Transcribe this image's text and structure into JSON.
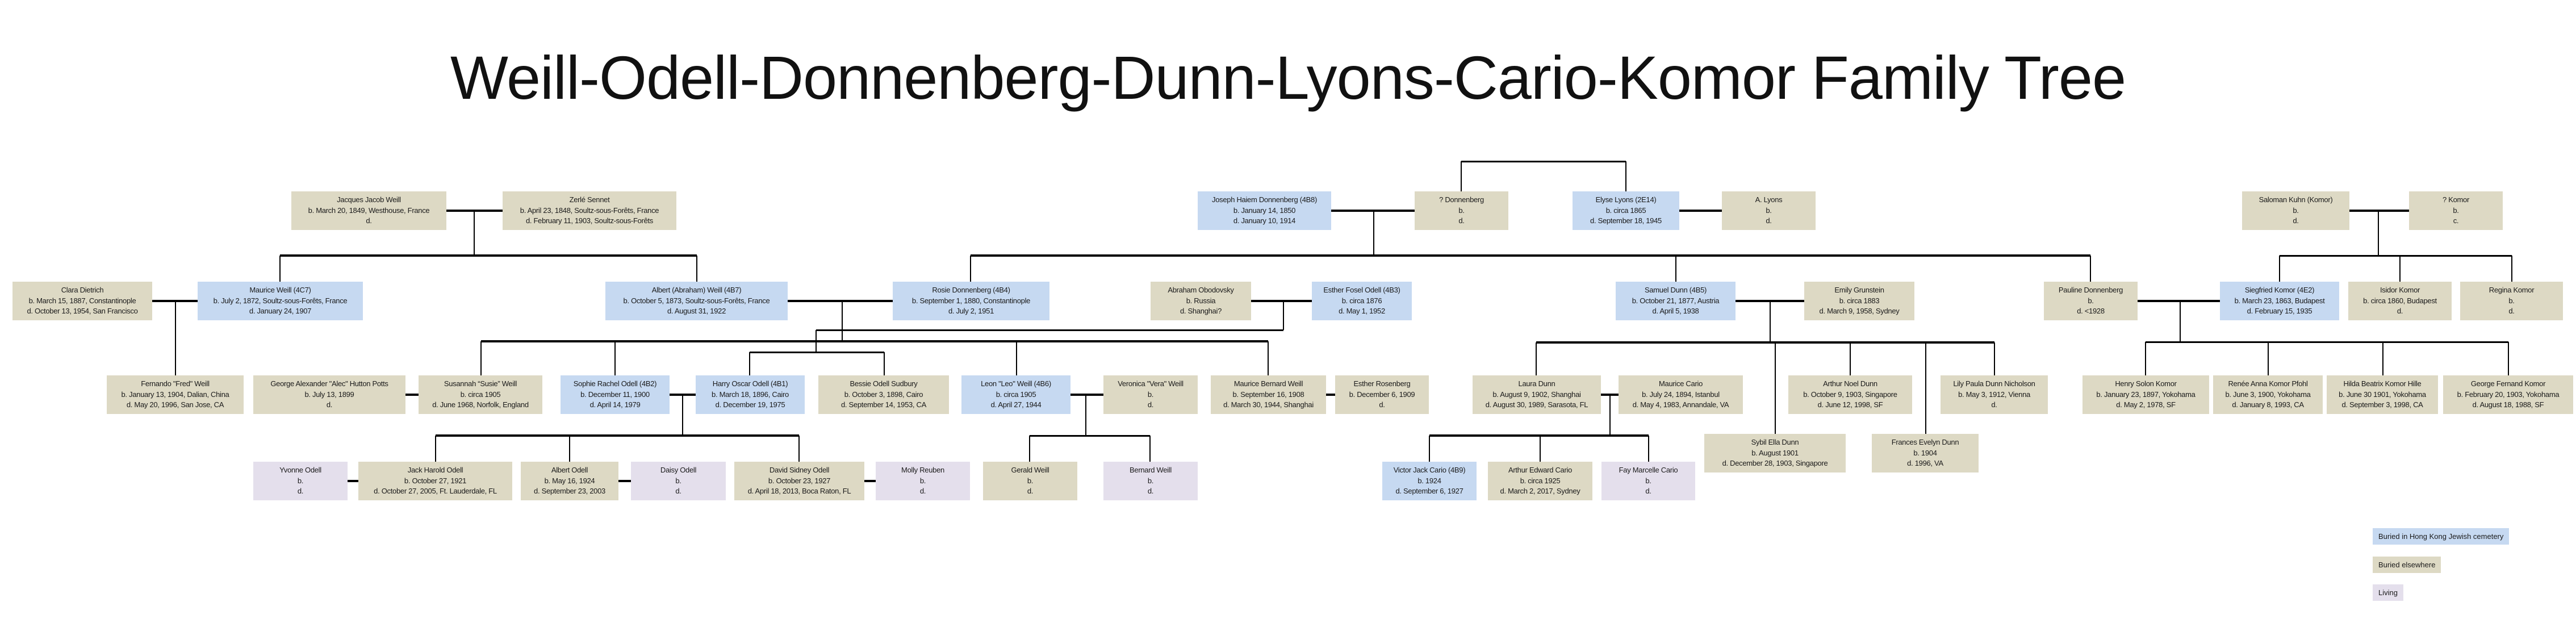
{
  "title": "Weill-Odell-Donnenberg-Dunn-Lyons-Cario-Komor Family Tree",
  "colors": {
    "hk": "#c6d9f1",
    "else": "#ddd9c4",
    "living": "#e4dfec",
    "line": "#000000"
  },
  "legend": [
    {
      "label": "Buried in Hong Kong Jewish cemetery",
      "status": "hk"
    },
    {
      "label": "Buried elsewhere",
      "status": "else"
    },
    {
      "label": "Living",
      "status": "living"
    }
  ],
  "people": [
    {
      "key": "jacques",
      "name": "Jacques Jacob Weill",
      "born": "b. March 20, 1849, Westhouse, France",
      "died": "d.",
      "status": "else"
    },
    {
      "key": "zerle",
      "name": "Zerlé Sennet",
      "born": "b. April 23, 1848, Soultz-sous-Forêts, France",
      "died": "d. February 11, 1903, Soultz-sous-Forêts",
      "status": "else"
    },
    {
      "key": "joseph",
      "name": "Joseph Haiem Donnenberg (4B8)",
      "born": "b. January 14, 1850",
      "died": "d. January 10, 1914",
      "status": "hk"
    },
    {
      "key": "qdonnenberg",
      "name": "? Donnenberg",
      "born": "b.",
      "died": "d.",
      "status": "else"
    },
    {
      "key": "elyse",
      "name": "Elyse Lyons (2E14)",
      "born": "b. circa 1865",
      "died": "d. September 18, 1945",
      "status": "hk"
    },
    {
      "key": "alyons",
      "name": "A. Lyons",
      "born": "b.",
      "died": "d.",
      "status": "else"
    },
    {
      "key": "saloman",
      "name": "Saloman Kuhn (Komor)",
      "born": "b.",
      "died": "d.",
      "status": "else"
    },
    {
      "key": "qkomor",
      "name": "? Komor",
      "born": "b.",
      "died": "c.",
      "status": "else"
    },
    {
      "key": "clara",
      "name": "Clara Dietrich",
      "born": "b. March 15, 1887, Constantinople",
      "died": "d. October 13, 1954, San Francisco",
      "status": "else"
    },
    {
      "key": "maurice_weill",
      "name": "Maurice Weill (4C7)",
      "born": "b. July 2, 1872, Soultz-sous-Forêts, France",
      "died": "d. January 24, 1907",
      "status": "hk"
    },
    {
      "key": "albert",
      "name": "Albert (Abraham) Weill (4B7)",
      "born": "b. October 5, 1873, Soultz-sous-Forêts, France",
      "died": "d. August 31, 1922",
      "status": "hk"
    },
    {
      "key": "rosie",
      "name": "Rosie Donnenberg (4B4)",
      "born": "b. September 1, 1880, Constantinople",
      "died": "d. July 2, 1951",
      "status": "hk"
    },
    {
      "key": "abraham",
      "name": "Abraham Obodovsky",
      "born": "b. Russia",
      "died": "d. Shanghai?",
      "status": "else"
    },
    {
      "key": "esther_fosel",
      "name": "Esther Fosel Odell (4B3)",
      "born": "b. circa 1876",
      "died": "d. May 1, 1952",
      "status": "hk"
    },
    {
      "key": "samuel",
      "name": "Samuel Dunn  (4B5)",
      "born": "b. October 21, 1877, Austria",
      "died": "d. April 5, 1938",
      "status": "hk"
    },
    {
      "key": "emily",
      "name": "Emily Grunstein",
      "born": "b. circa 1883",
      "died": "d. March 9, 1958, Sydney",
      "status": "else"
    },
    {
      "key": "pauline",
      "name": "Pauline Donnenberg",
      "born": "b.",
      "died": "d. <1928",
      "status": "else"
    },
    {
      "key": "siegfried",
      "name": "Siegfried Komor  (4E2)",
      "born": "b. March 23, 1863,  Budapest",
      "died": "d. February 15, 1935",
      "status": "hk"
    },
    {
      "key": "isidor",
      "name": "Isidor Komor",
      "born": "b.  circa 1860, Budapest",
      "died": "d.",
      "status": "else"
    },
    {
      "key": "regina",
      "name": "Regina Komor",
      "born": "b.",
      "died": "d.",
      "status": "else"
    },
    {
      "key": "fernando",
      "name": "Fernando \"Fred\" Weill",
      "born": "b. January 13, 1904, Dalian, China",
      "died": "d. May 20, 1996, San Jose, CA",
      "status": "else"
    },
    {
      "key": "george_potts",
      "name": "George Alexander \"Alec\" Hutton Potts",
      "born": "b. July 13, 1899",
      "died": "d.",
      "status": "else"
    },
    {
      "key": "susannah",
      "name": "Susannah “Susie” Weill",
      "born": "b. circa 1905",
      "died": "d. June 1968, Norfolk, England",
      "status": "else"
    },
    {
      "key": "sophie",
      "name": "Sophie Rachel Odell (4B2)",
      "born": "b. December 11, 1900",
      "died": "d. April 14, 1979",
      "status": "hk"
    },
    {
      "key": "harry",
      "name": "Harry Oscar Odell (4B1)",
      "born": "b. March 18, 1896, Cairo",
      "died": "d. December 19, 1975",
      "status": "hk"
    },
    {
      "key": "bessie",
      "name": "Bessie Odell Sudbury",
      "born": "b. October 3, 1898,  Cairo",
      "died": "d. September 14, 1953, CA",
      "status": "else"
    },
    {
      "key": "leon",
      "name": "Leon \"Leo\" Weill (4B6)",
      "born": "b. circa 1905",
      "died": "d. April 27, 1944",
      "status": "hk"
    },
    {
      "key": "veronica",
      "name": "Veronica \"Vera\" Weill",
      "born": "b.",
      "died": "d.",
      "status": "else"
    },
    {
      "key": "maurice_bernard",
      "name": "Maurice Bernard Weill",
      "born": "b. September 16, 1908",
      "died": "d. March 30, 1944, Shanghai",
      "status": "else"
    },
    {
      "key": "esther_rosenberg",
      "name": "Esther Rosenberg",
      "born": "b. December 6, 1909",
      "died": "d.",
      "status": "else"
    },
    {
      "key": "laura",
      "name": "Laura Dunn",
      "born": "b. August 9, 1902, Shanghai",
      "died": "d. August 30, 1989, Sarasota, FL",
      "status": "else"
    },
    {
      "key": "maurice_cario",
      "name": "Maurice Cario",
      "born": "b. July 24, 1894, Istanbul",
      "died": "d. May 4, 1983, Annandale, VA",
      "status": "else"
    },
    {
      "key": "sybil",
      "name": "Sybil Ella Dunn",
      "born": "b. August 1901",
      "died": "d. December 28, 1903, Singapore",
      "status": "else"
    },
    {
      "key": "arthur_noel",
      "name": "Arthur  Noel  Dunn",
      "born": "b. October 9, 1903, Singapore",
      "died": "d. June 12, 1998, SF",
      "status": "else"
    },
    {
      "key": "frances",
      "name": "Frances Evelyn Dunn",
      "born": "b. 1904",
      "died": "d. 1996, VA",
      "status": "else"
    },
    {
      "key": "lily",
      "name": "Lily Paula Dunn Nicholson",
      "born": "b. May 3, 1912, Vienna",
      "died": "d.",
      "status": "else"
    },
    {
      "key": "henry",
      "name": "Henry Solon Komor",
      "born": "b. January 23, 1897, Yokohama",
      "died": "d. May 2, 1978, SF",
      "status": "else"
    },
    {
      "key": "renee",
      "name": "Renée Anna Komor  Pfohl",
      "born": "b. June 3, 1900, Yokohama",
      "died": "d. January 8, 1993, CA",
      "status": "else"
    },
    {
      "key": "hilda",
      "name": "Hilda Beatrix Komor  Hille",
      "born": "b. June 30 1901, Yokohama",
      "died": "d. September  3, 1998, CA",
      "status": "else"
    },
    {
      "key": "george_komor",
      "name": "George Fernand Komor",
      "born": "b. February 20, 1903, Yokohama",
      "died": "d. August 18, 1988, SF",
      "status": "else"
    },
    {
      "key": "yvonne",
      "name": "Yvonne Odell",
      "born": "b.",
      "died": "d.",
      "status": "living"
    },
    {
      "key": "jack",
      "name": "Jack Harold Odell",
      "born": "b. October 27, 1921",
      "died": "d. October 27, 2005, Ft. Lauderdale, FL",
      "status": "else"
    },
    {
      "key": "albert_odell",
      "name": "Albert Odell",
      "born": "b. May 16, 1924",
      "died": "d. September  23, 2003",
      "status": "else"
    },
    {
      "key": "daisy",
      "name": "Daisy Odell",
      "born": "b.",
      "died": "d.",
      "status": "living"
    },
    {
      "key": "david",
      "name": "David Sidney Odell",
      "born": "b. October 23, 1927",
      "died": "d. April 18, 2013, Boca Raton, FL",
      "status": "else"
    },
    {
      "key": "molly",
      "name": "Molly Reuben",
      "born": "b.",
      "died": "d.",
      "status": "living"
    },
    {
      "key": "gerald",
      "name": "Gerald Weill",
      "born": "b.",
      "died": "d.",
      "status": "else"
    },
    {
      "key": "bernard",
      "name": "Bernard Weill",
      "born": "b.",
      "died": "d.",
      "status": "living"
    },
    {
      "key": "victor",
      "name": "Victor Jack Cario (4B9)",
      "born": "b. 1924",
      "died": "d. September  6, 1927",
      "status": "hk"
    },
    {
      "key": "arthur_edward",
      "name": "Arthur  Edward  Cario",
      "born": "b. circa 1925",
      "died": "d. March 2, 2017, Sydney",
      "status": "else"
    },
    {
      "key": "fay",
      "name": "Fay Marcelle Cario",
      "born": "b.",
      "died": "d.",
      "status": "living"
    }
  ]
}
